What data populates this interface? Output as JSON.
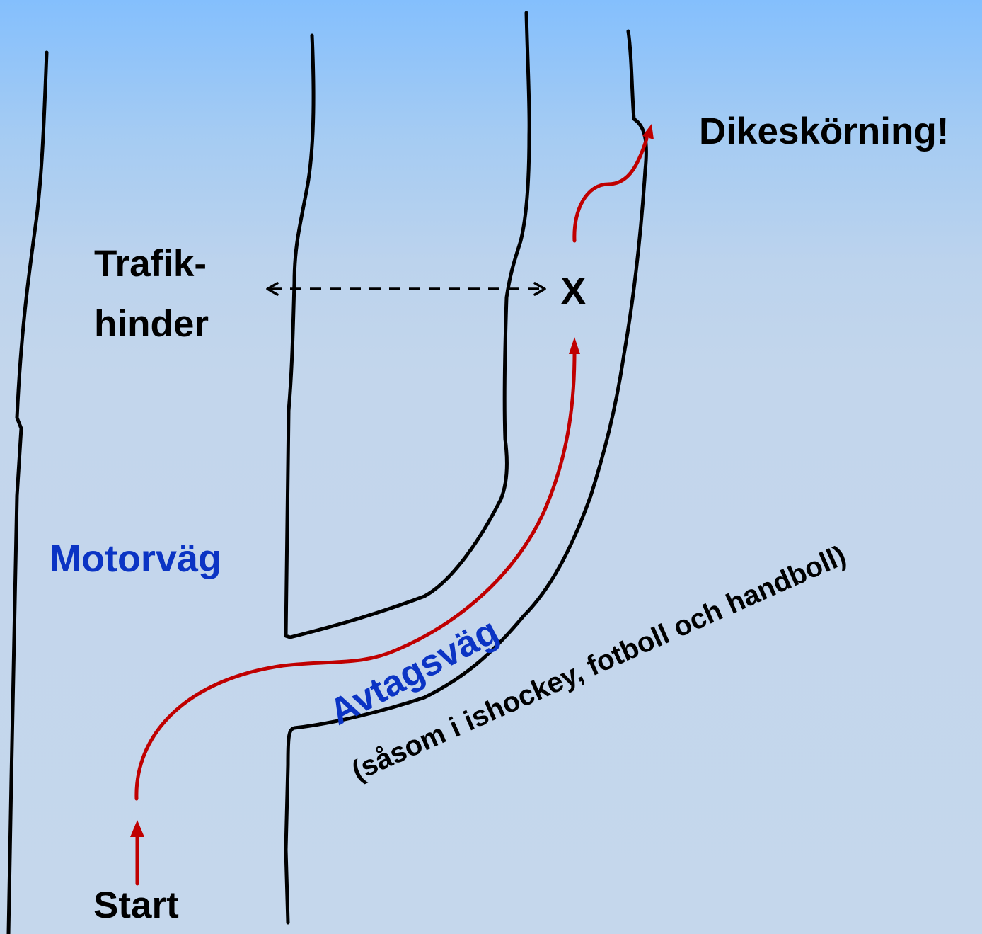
{
  "labels": {
    "exclaim": "Dikeskörning!",
    "obstacle_line1": "Trafik-",
    "obstacle_line2": "hinder",
    "marker": "X",
    "highway": "Motorväg",
    "exit_road": "Avtagsväg",
    "exit_note": "(såsom i ishockey, fotboll och handboll)",
    "start": "Start"
  },
  "colors": {
    "route": "#c00000",
    "road_lines": "#000000",
    "blue_text": "#0b34c4",
    "background_top": "#84bffd",
    "background_bottom": "#c5d7ec"
  }
}
